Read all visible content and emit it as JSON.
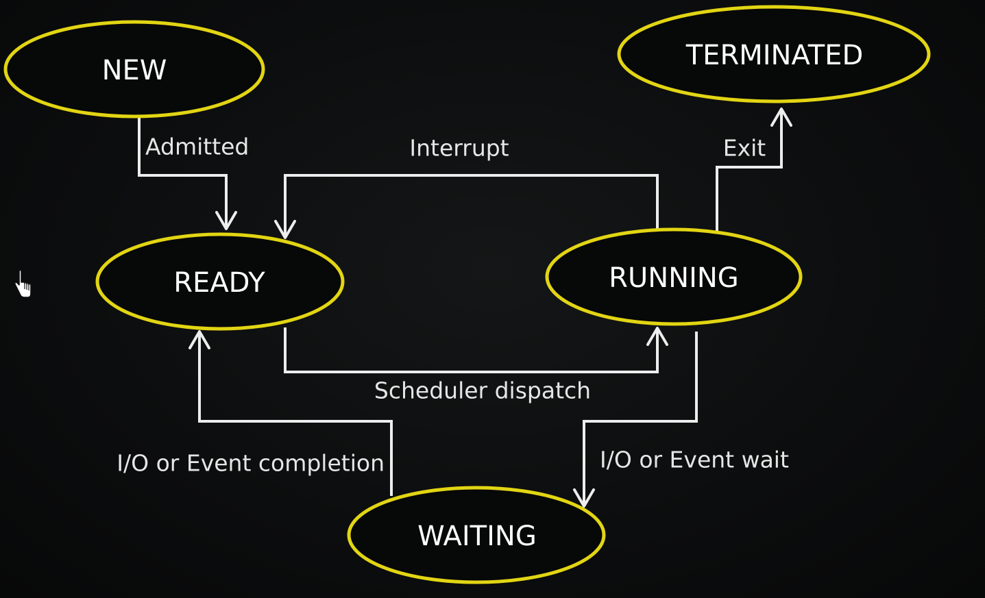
{
  "states": {
    "new": "NEW",
    "ready": "READY",
    "running": "RUNNING",
    "waiting": "WAITING",
    "terminated": "TERMINATED"
  },
  "transitions": {
    "admitted": "Admitted",
    "interrupt": "Interrupt",
    "exit": "Exit",
    "scheduler_dispatch": "Scheduler dispatch",
    "io_event_completion": "I/O or Event completion",
    "io_event_wait": "I/O or Event wait"
  },
  "colors": {
    "background": "#0b0c0d",
    "state_outline": "#e2d513",
    "text": "#ffffff",
    "arrow": "#ededed"
  },
  "icons": {
    "cursor": "hand-pointer-icon"
  }
}
